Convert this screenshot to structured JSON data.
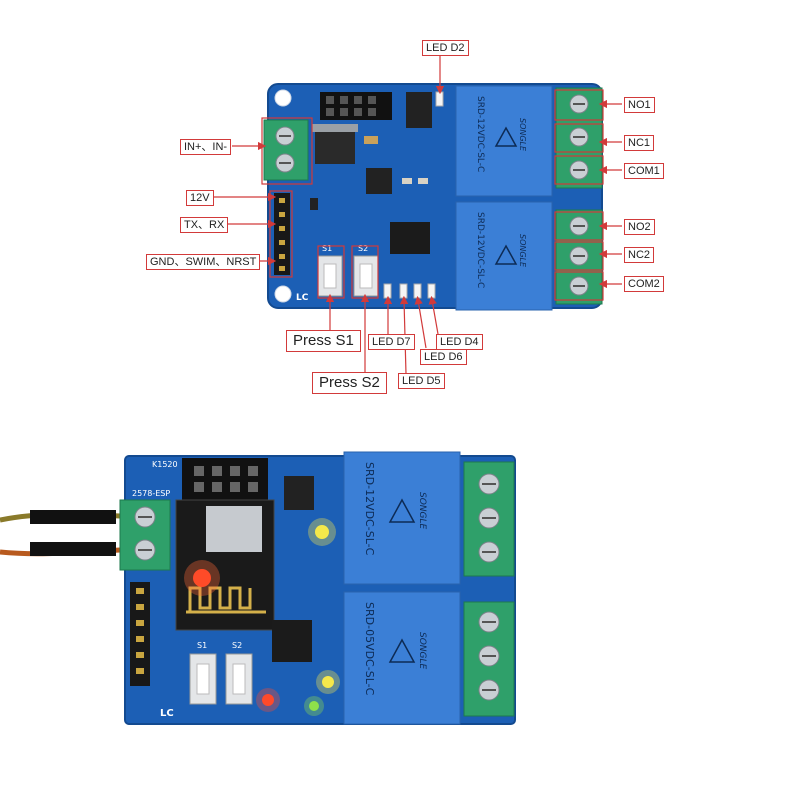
{
  "labels": {
    "led_d2": "LED D2",
    "in_plus_minus": "IN+、IN-",
    "v12": "12V",
    "tx_rx": "TX、RX",
    "gnd_swim_nrst": "GND、SWIM、NRST",
    "no1": "NO1",
    "nc1": "NC1",
    "com1": "COM1",
    "no2": "NO2",
    "nc2": "NC2",
    "com2": "COM2",
    "press_s1": "Press S1",
    "press_s2": "Press S2",
    "led_d7": "LED D7",
    "led_d4": "LED D4",
    "led_d6": "LED D6",
    "led_d5": "LED D5"
  },
  "board_top": {
    "relay_text_1": "SRD-12VDC-SL-C",
    "relay_text_2": "SRD-12VDC-SL-C",
    "relay_brand": "SONGLE",
    "button_1": "S1",
    "button_2": "S2",
    "logo": "LC"
  },
  "board_bottom": {
    "relay_text_1": "SRD-12VDC-SL-C",
    "relay_text_2": "SRD-05VDC-SL-C",
    "relay_brand": "SONGLE",
    "silk_1": "K1520",
    "silk_2": "2578-ESP",
    "button_1": "S1",
    "button_2": "S2",
    "logo": "LC"
  },
  "colors": {
    "pcb": "#1c5fb5",
    "relay": "#3b7fd6",
    "terminal": "#2fa06a",
    "callout": "#d23a3a"
  }
}
